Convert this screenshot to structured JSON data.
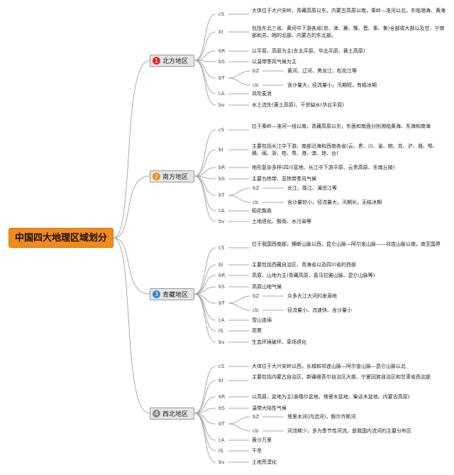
{
  "title": "中国四大地理区域划分",
  "colors": {
    "root_fill": "#f28a1b",
    "line": "#aaaaaa",
    "num_red": "#e02a2a",
    "num_orange": "#f08a1b",
    "num_blue": "#2e86d9",
    "num_gray": "#8a8a8a"
  },
  "regions": [
    {
      "num": "1",
      "name": "北方地区",
      "num_color": "#e02a2a",
      "items": [
        {
          "code": "cS",
          "text": "大体位于大兴安岭、青藏高原以东，内蒙古高原以南，秦岭—淮河以北，东临渤海、黄海"
        },
        {
          "code": "bI",
          "text": "包括东北三省、黄河中下游各省(京、津、冀、豫、晋、秦、鲁)全部或大部以及甘、宁南部和苏、皖的北部、内蒙古的东北部。"
        },
        {
          "code": "bR",
          "text": "以平原、高原为主(东北平原、华北平原、黄土高原)"
        },
        {
          "code": "bS",
          "text": "以温带季风气候为主"
        },
        {
          "code": "bT",
          "subs": [
            {
              "code": "bZ",
              "text": "黄河、辽河、黑龙江、松花江等"
            },
            {
              "code": "cb",
              "text": "含沙量大，径流量小，汛期短，有结冰期"
            }
          ]
        },
        {
          "code": "cA",
          "text": "风吹麦浪"
        },
        {
          "code": "bv",
          "text": "水土流失(黄土高原)、干旱缺水(华北平原)"
        }
      ]
    },
    {
      "num": "2",
      "name": "南方地区",
      "num_color": "#f08a1b",
      "items": [
        {
          "code": "cS",
          "text": "位于秦岭—淮河一线以南，青藏高原以东，东面和南面分别濒临黄海、东海和南海"
        },
        {
          "code": "bI",
          "text": "主要包括长江中下游、南部沿海和西南各省(云、贵、川、渝、皖、苏、沪、湘、鄂、赣、闽、浙、桂、粤、港、澳、琼、台)"
        },
        {
          "code": "bR",
          "text": "地形复杂多样(四川盆地、长江中下游平原、云贵高原、东南丘陵)"
        },
        {
          "code": "bS",
          "text": "主要为热带、亚热带季风气候"
        },
        {
          "code": "bT",
          "subs": [
            {
              "code": "bZ",
              "text": "长江、珠江、澜沧江等"
            },
            {
              "code": "cb",
              "text": "含沙量较小，径流量大，汛期长，无结冰期"
            }
          ]
        },
        {
          "code": "cA",
          "text": "稻花飘香"
        },
        {
          "code": "bv",
          "text": "土地退化、酸雨、水污染等"
        }
      ]
    },
    {
      "num": "3",
      "name": "青藏地区",
      "num_color": "#2e86d9",
      "items": [
        {
          "code": "cS",
          "text": "位于我国西南部，横断山脉以西，昆仑山脉—阿尔金山脉——祁连山脉以南，南至国界"
        },
        {
          "code": "bI",
          "text": "主要包括西藏自治区、青海省以及四川省的西部"
        },
        {
          "code": "bR",
          "text": "高原、山地为主(青藏高原、喜马拉雅山脉、昆仑山脉等)"
        },
        {
          "code": "bS",
          "text": "高原山地气候"
        },
        {
          "code": "bT",
          "subs": [
            {
              "code": "bZ",
              "text": "众多大江大河的发源地"
            },
            {
              "code": "cb",
              "text": "径流量小、流速快、含沙量小"
            }
          ]
        },
        {
          "code": "cA",
          "text": "雪山连绵"
        },
        {
          "code": "iS",
          "text": "高寒"
        },
        {
          "code": "bv",
          "text": "生态环境破坏、草场退化"
        }
      ]
    },
    {
      "num": "4",
      "name": "西北地区",
      "num_color": "#8a8a8a",
      "items": [
        {
          "code": "cS",
          "text": "大体位于大兴安岭以西，长城和祁连山脉—阿尔金山脉—昆仑山脉以北"
        },
        {
          "code": "bI",
          "text": "主要包括内蒙古自治区、新疆维吾尔自治区大部、宁夏回族自治区和甘肃省西北部"
        },
        {
          "code": "bR",
          "text": "以高原、盆地为主(准噶尔盆地、塔里木盆地、柴达木盆地、内蒙古高原)"
        },
        {
          "code": "bS",
          "text": "温带大陆性气候"
        },
        {
          "code": "bT",
          "subs": [
            {
              "code": "bZ",
              "text": "塔里木河(内流河)，额尔齐斯河"
            },
            {
              "code": "cb",
              "text": "河流稀少，多为季节性河流，是我国内流河的主要分布区"
            }
          ]
        },
        {
          "code": "cA",
          "text": "黄沙万里"
        },
        {
          "code": "iS",
          "text": "干旱"
        },
        {
          "code": "bv",
          "text": "土地荒漠化"
        }
      ]
    }
  ]
}
